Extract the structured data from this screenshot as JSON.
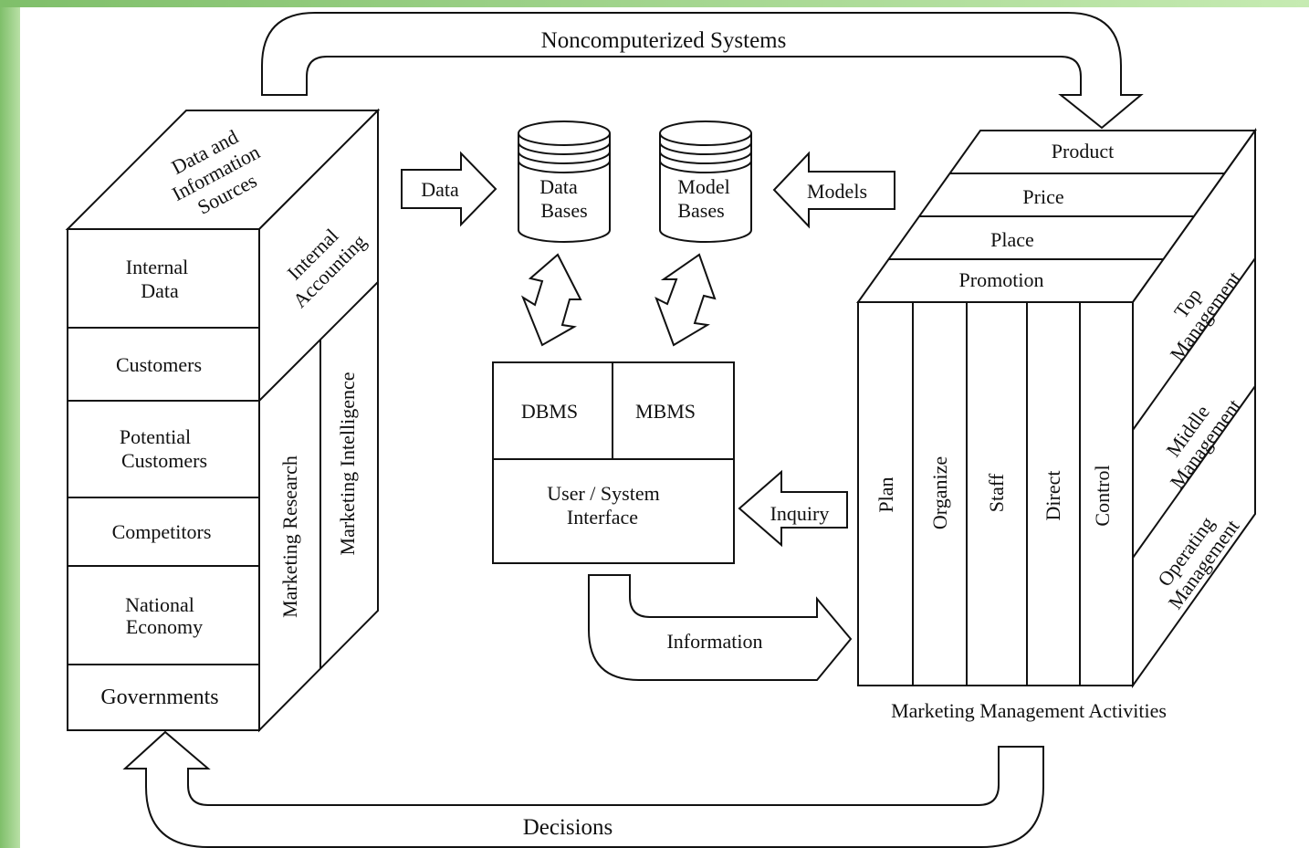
{
  "top_arrow": {
    "label": "Noncomputerized  Systems"
  },
  "bottom_arrow": {
    "label": "Decisions"
  },
  "left_block": {
    "top_label": [
      "Data and",
      "Information",
      "Sources"
    ],
    "side_upper": [
      "Internal",
      "Accounting"
    ],
    "side_research": "Marketing  Research",
    "side_intelligence": "Marketing  Intelligence",
    "rows": [
      [
        "Internal",
        "Data"
      ],
      [
        "Customers"
      ],
      [
        "Potential",
        "Customers"
      ],
      [
        "Competitors"
      ],
      [
        "National",
        "Economy"
      ],
      [
        "Governments"
      ]
    ]
  },
  "data_arrow": {
    "label": "Data"
  },
  "models_arrow": {
    "label": "Models"
  },
  "data_bases": [
    "Data",
    "Bases"
  ],
  "model_bases": [
    "Model",
    "Bases"
  ],
  "system_box": {
    "dbms": "DBMS",
    "mbms": "MBMS",
    "interface": [
      "User / System",
      "Interface"
    ]
  },
  "inquiry_arrow": {
    "label": "Inquiry"
  },
  "information_arrow": {
    "label": "Information"
  },
  "right_block": {
    "top_rows": [
      "Product",
      "Price",
      "Place",
      "Promotion"
    ],
    "columns": [
      "Plan",
      "Organize",
      "Staff",
      "Direct",
      "Control"
    ],
    "side_levels": [
      [
        "Top",
        "Management"
      ],
      [
        "Middle",
        "Management"
      ],
      [
        "Operating",
        "Management"
      ]
    ],
    "caption": "Marketing  Management  Activities"
  }
}
